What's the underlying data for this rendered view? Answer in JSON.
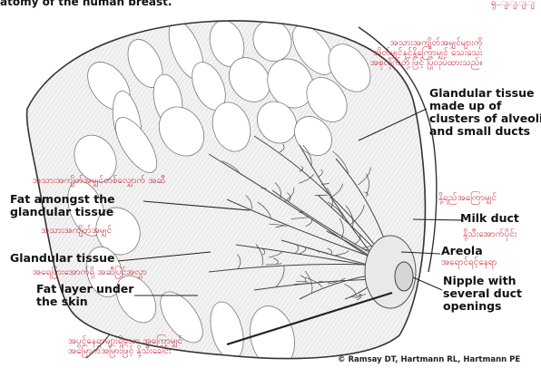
{
  "caption_top": "atomy of the human breast.",
  "corner_mark": "ရှ..ျ.ျ.ျ.ျ",
  "labels": {
    "glandular_label_my": "အသားအကျိတ်အမျှင်များကို\nအိတ်မျှင်နှင့်နို့ကြောမျှင် သေးသေး\nအစုလိုက်တို့ဖြင့် ပြုလုပ်ထားသည်။",
    "glandular_label_en": "Glandular tissue\nmade up of\nclusters of alveoli\nand small ducts",
    "fat_amongst_my": "အသားအကျိတ်အမျှင်တစ်လျှောက် အဆီ",
    "fat_amongst_en": "Fat amongst the\nglandular tissue",
    "glandular_tissue_my": "အသားအကျိတ်အမျှင်",
    "milk_duct_my": "နို့ရည်အကြောမျှင်",
    "milk_duct_en": "Milk duct",
    "areola_my": "နို့သီးအောက်ပိုင်း",
    "areola_en": "Areola",
    "glandular_tissue_en": "Glandular tissue",
    "fat_layer_my": "အရေပြားအောက်ရှိ အဆီပြင်အလွှာ",
    "nipple_my": "အရောင်ရင့်နေရာ",
    "nipple_en": "Nipple with\nseveral duct\nopenings",
    "fat_layer_en": "Fat layer under\nthe skin",
    "bottom_my": "အပွင့်နေရာများရှိသော အကြောမျှင်\nအမြောက်အမြားဖြင့် နို့သီးခေါင်း"
  },
  "credit": "© Ramsay DT, Hartmann RL, Hartmann PE",
  "colors": {
    "english_text": "#111111",
    "myanmar_text": "#c62a3c",
    "drawing_ink": "#3a3a3a",
    "background": "#ffffff"
  }
}
